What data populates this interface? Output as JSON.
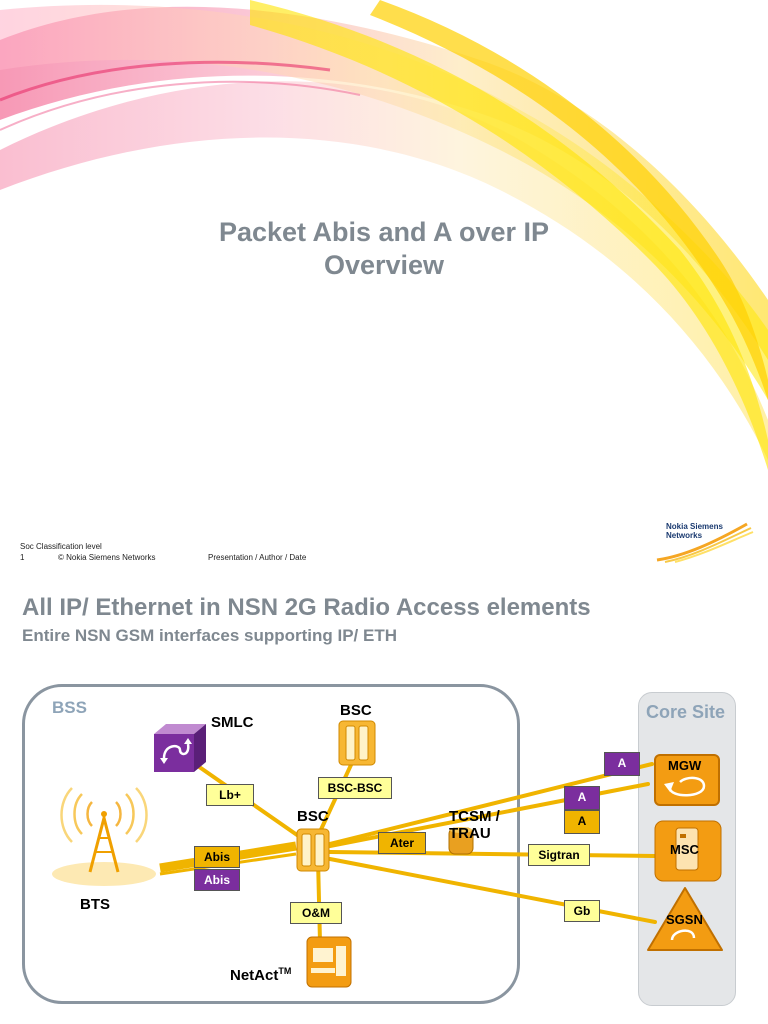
{
  "slide1": {
    "title_line1": "Packet Abis and A over IP",
    "title_line2": "Overview",
    "footer_classification": "Soc Classification level",
    "footer_page": "1",
    "footer_copyright": "© Nokia Siemens Networks",
    "footer_meta": "Presentation / Author / Date",
    "logo_line1": "Nokia Siemens",
    "logo_line2": "Networks"
  },
  "slide2": {
    "title": "All IP/ Ethernet in NSN 2G Radio Access elements",
    "subtitle": "Entire NSN GSM interfaces supporting IP/ ETH",
    "bss_label": "BSS",
    "core_label": "Core Site",
    "nodes": {
      "smlc": "SMLC",
      "bsc_top": "BSC",
      "bsc_main": "BSC",
      "bts": "BTS",
      "tcsm_line1": "TCSM /",
      "tcsm_line2": "TRAU",
      "netact": "NetAct",
      "netact_tm": "TM",
      "mgw": "MGW",
      "msc": "MSC",
      "sgsn": "SGSN"
    },
    "interfaces": {
      "lb": "Lb+",
      "bsc_bsc": "BSC-BSC",
      "abis_ip": "Abis",
      "abis_tdm": "Abis",
      "ater": "Ater",
      "a_top": "A",
      "a_mid": "A",
      "a_low": "A",
      "sigtran": "Sigtran",
      "gb": "Gb",
      "om": "O&M"
    },
    "colors": {
      "orange": "#f39c12",
      "purple": "#7b2e9e",
      "yellow_label": "#ffff99",
      "gold_label": "#f0b400",
      "title_gray": "#7f8890"
    }
  }
}
